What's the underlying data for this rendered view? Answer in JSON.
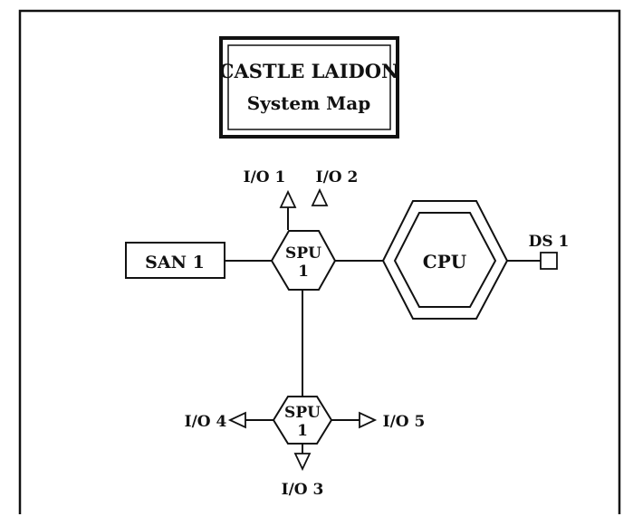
{
  "title_box": {
    "line1": "CASTLE LAIDON",
    "line2": "System Map"
  },
  "nodes": {
    "san1": "SAN 1",
    "spu_upper": {
      "line1": "SPU",
      "line2": "1"
    },
    "spu_lower": {
      "line1": "SPU",
      "line2": "1"
    },
    "cpu": "CPU",
    "ds1": "DS 1",
    "io1": "I/O 1",
    "io2": "I/O 2",
    "io3": "I/O 3",
    "io4": "I/O 4",
    "io5": "I/O 5"
  },
  "colors": {
    "ink": "#111111",
    "paper": "#ffffff"
  }
}
